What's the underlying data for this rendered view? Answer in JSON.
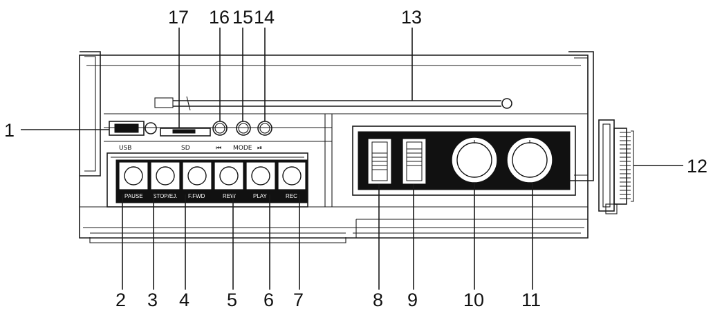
{
  "button_labels": {
    "pause": "PAUSE",
    "stop_ej": "STOP/EJ.",
    "f_fwd": "F.FWD",
    "rew": "REW",
    "play": "PLAY",
    "rec": "REC"
  },
  "port_symbols": {
    "usb": "USB",
    "sd": "SD",
    "prev": "⏮",
    "mode": "MODE",
    "play_pause": "⏯"
  },
  "callouts": {
    "c1": "1",
    "c2": "2",
    "c3": "3",
    "c4": "4",
    "c5": "5",
    "c6": "6",
    "c7": "7",
    "c8": "8",
    "c9": "9",
    "c10": "10",
    "c11": "11",
    "c12": "12",
    "c13": "13",
    "c14": "14",
    "c15": "15",
    "c16": "16",
    "c17": "17"
  },
  "colors": {
    "line": "#1a1a1a",
    "panel": "#111111",
    "background": "#ffffff"
  }
}
